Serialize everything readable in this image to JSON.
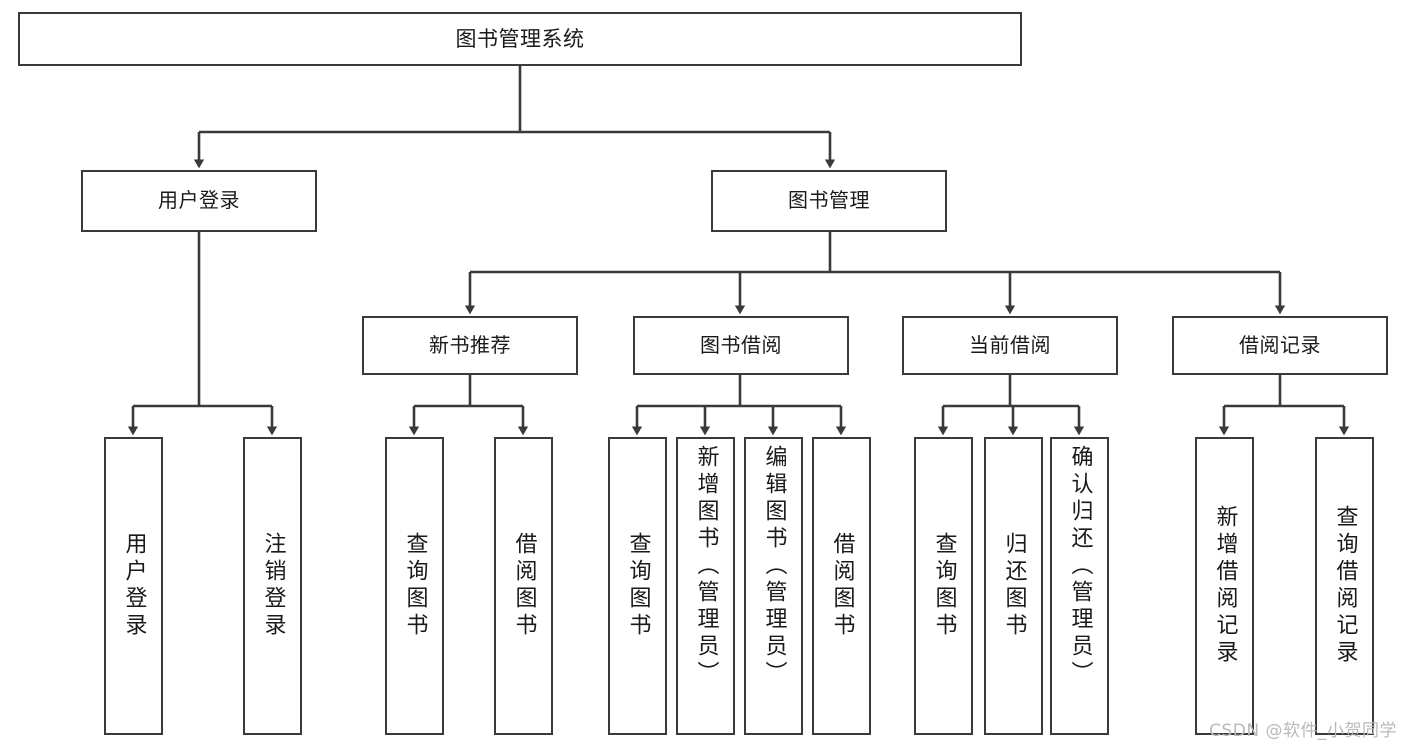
{
  "diagram": {
    "title": "图书管理系统",
    "type": "function-structure-tree",
    "orientation": "top-down",
    "line_color": "#3a3a3a",
    "box_fill": "#ffffff",
    "text_color": "#1a1a1a"
  },
  "root": {
    "label": "图书管理系统"
  },
  "level1": [
    {
      "label": "用户登录"
    },
    {
      "label": "图书管理"
    }
  ],
  "level2": [
    {
      "label": "新书推荐"
    },
    {
      "label": "图书借阅"
    },
    {
      "label": "当前借阅"
    },
    {
      "label": "借阅记录"
    }
  ],
  "leaves": {
    "user_login": [
      {
        "label": "用户登录"
      },
      {
        "label": "注销登录"
      }
    ],
    "new_book": [
      {
        "label": "查询图书"
      },
      {
        "label": "借阅图书"
      }
    ],
    "book_borrow": [
      {
        "label": "查询图书"
      },
      {
        "label": "新增图书（管理员）"
      },
      {
        "label": "编辑图书（管理员）"
      },
      {
        "label": "借阅图书"
      }
    ],
    "current_borrow": [
      {
        "label": "查询图书"
      },
      {
        "label": "归还图书"
      },
      {
        "label": "确认归还（管理员）"
      }
    ],
    "borrow_record": [
      {
        "label": "新增借阅记录"
      },
      {
        "label": "查询借阅记录"
      }
    ]
  },
  "watermark": {
    "text": "CSDN @软件_小贺同学"
  }
}
